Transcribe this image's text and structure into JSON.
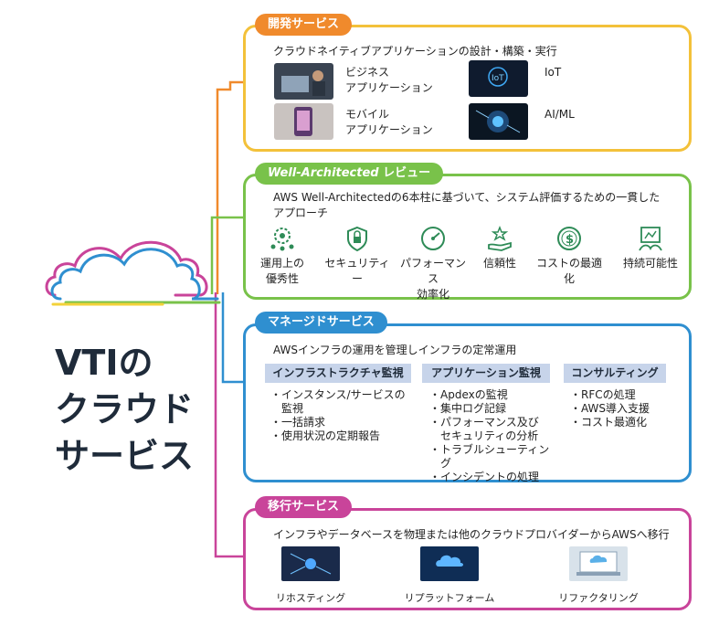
{
  "title_lines": [
    "VTIの",
    "クラウド",
    "サービス"
  ],
  "colors": {
    "orange": "#f08a2c",
    "green": "#79c24a",
    "blue": "#2f8fd0",
    "magenta": "#c9449a",
    "yellow": "#f3d23a",
    "dark_navy": "#1f2b3a"
  },
  "dev": {
    "pill": "開発サービス",
    "desc": "クラウドネイティブアプリケーションの設計・構築・実行",
    "items": [
      {
        "l1": "ビジネス",
        "l2": "アプリケーション",
        "icon": "business-photo"
      },
      {
        "l1": "IoT",
        "l2": "",
        "icon": "iot-photo"
      },
      {
        "l1": "モバイル",
        "l2": "アプリケーション",
        "icon": "mobile-photo"
      },
      {
        "l1": "AI/ML",
        "l2": "",
        "icon": "ai-photo"
      }
    ]
  },
  "wa": {
    "pill_em": "Well-Architected",
    "pill_rest": " レビュー",
    "desc1": "AWS Well-Architectedの6本柱に基づいて、システム評価するための一貫した",
    "desc2": "アプローチ",
    "items": [
      {
        "l1": "運用上の",
        "l2": "優秀性",
        "icon": "gear-people-icon"
      },
      {
        "l1": "セキュリティー",
        "l2": "",
        "icon": "lock-icon"
      },
      {
        "l1": "パフォーマンス",
        "l2": "効率化",
        "icon": "speed-icon"
      },
      {
        "l1": "信頼性",
        "l2": "",
        "icon": "hand-star-icon"
      },
      {
        "l1": "コストの最適化",
        "l2": "",
        "icon": "dollar-icon"
      },
      {
        "l1": "持続可能性",
        "l2": "",
        "icon": "sustainability-icon"
      }
    ]
  },
  "managed": {
    "pill": "マネージドサービス",
    "desc": "AWSインフラの運用を管理しインフラの定常運用",
    "cols": [
      {
        "head": "インフラストラクチャ監視",
        "items": [
          "・インスタンス/サービスの",
          "　監視",
          "・一括請求",
          "・使用状況の定期報告"
        ]
      },
      {
        "head": "アプリケーション監視",
        "items": [
          "・Apdexの監視",
          "・集中ログ記録",
          "・パフォーマンス及び",
          "　セキュリティの分析",
          "・トラブルシューティング",
          "・インシデントの処理"
        ]
      },
      {
        "head": "コンサルティング",
        "items": [
          "・RFCの処理",
          "・AWS導入支援",
          "・コスト最適化"
        ]
      }
    ]
  },
  "migration": {
    "pill": "移行サービス",
    "desc": "インフラやデータベースを物理または他のクラウドプロバイダーからAWSへ移行",
    "items": [
      {
        "label": "リホスティング",
        "icon": "rehosting-photo"
      },
      {
        "label": "リプラットフォーム",
        "icon": "replatform-photo"
      },
      {
        "label": "リファクタリング",
        "icon": "refactoring-photo"
      }
    ]
  }
}
